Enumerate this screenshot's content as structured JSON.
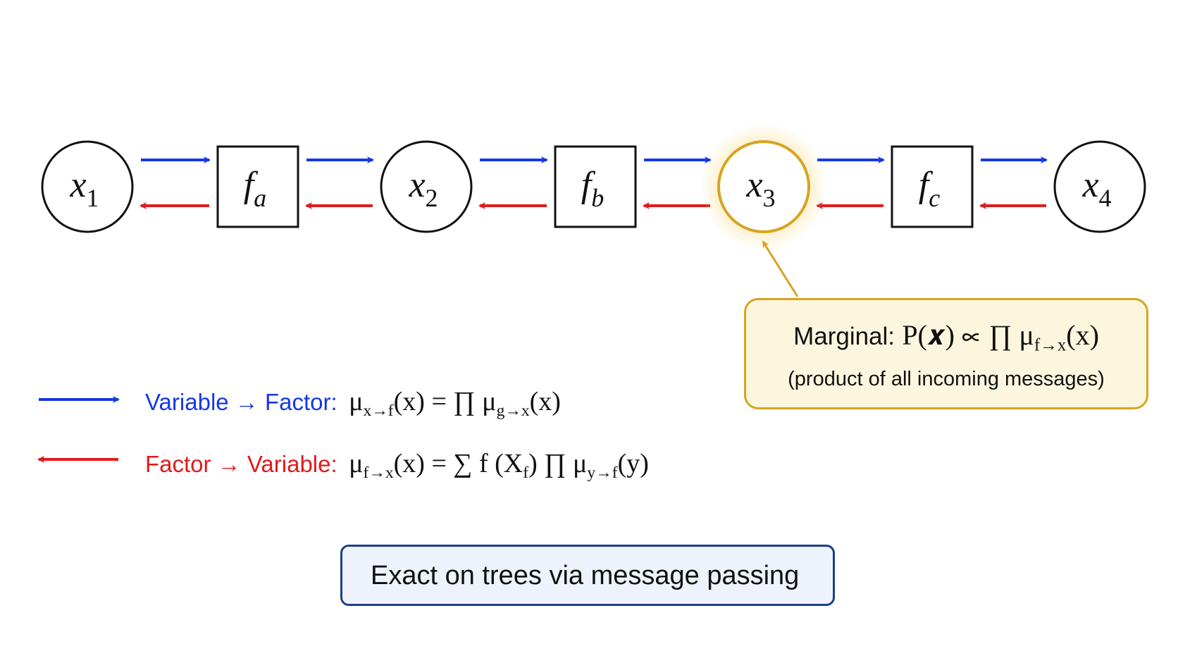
{
  "colors": {
    "forward": "#1538e6",
    "backward": "#e01b1b",
    "highlight": "#d7a421",
    "summary_border": "#1c3f8a"
  },
  "nodes": [
    {
      "kind": "variable",
      "base": "x",
      "sub": "1",
      "highlight": false
    },
    {
      "kind": "factor",
      "base": "f",
      "sub": "a",
      "highlight": false
    },
    {
      "kind": "variable",
      "base": "x",
      "sub": "2",
      "highlight": false
    },
    {
      "kind": "factor",
      "base": "f",
      "sub": "b",
      "highlight": false
    },
    {
      "kind": "variable",
      "base": "x",
      "sub": "3",
      "highlight": true
    },
    {
      "kind": "factor",
      "base": "f",
      "sub": "c",
      "highlight": false
    },
    {
      "kind": "variable",
      "base": "x",
      "sub": "4",
      "highlight": false
    }
  ],
  "marginal": {
    "label": "Marginal:",
    "formula": "P(𝒙) ∝ ∏ μ",
    "formula_sub": "f→x",
    "formula_tail": "(x)",
    "note": "(product of all incoming messages)"
  },
  "legend": {
    "var_to_factor": {
      "label": "Variable → Factor:",
      "f1": "μ",
      "f1_sub": "x→f",
      "f2": "(x) = ∏ μ",
      "f2_sub": "g→x",
      "f3": "(x)"
    },
    "factor_to_var": {
      "label": "Factor → Variable:",
      "f1": "μ",
      "f1_sub": "f→x",
      "f2": "(x) = ∑ f (X",
      "f2_sub": "f",
      "f3": ") ∏ μ",
      "f3_sub": "y→f",
      "f4": "(y)"
    }
  },
  "summary": "Exact on trees via message passing"
}
